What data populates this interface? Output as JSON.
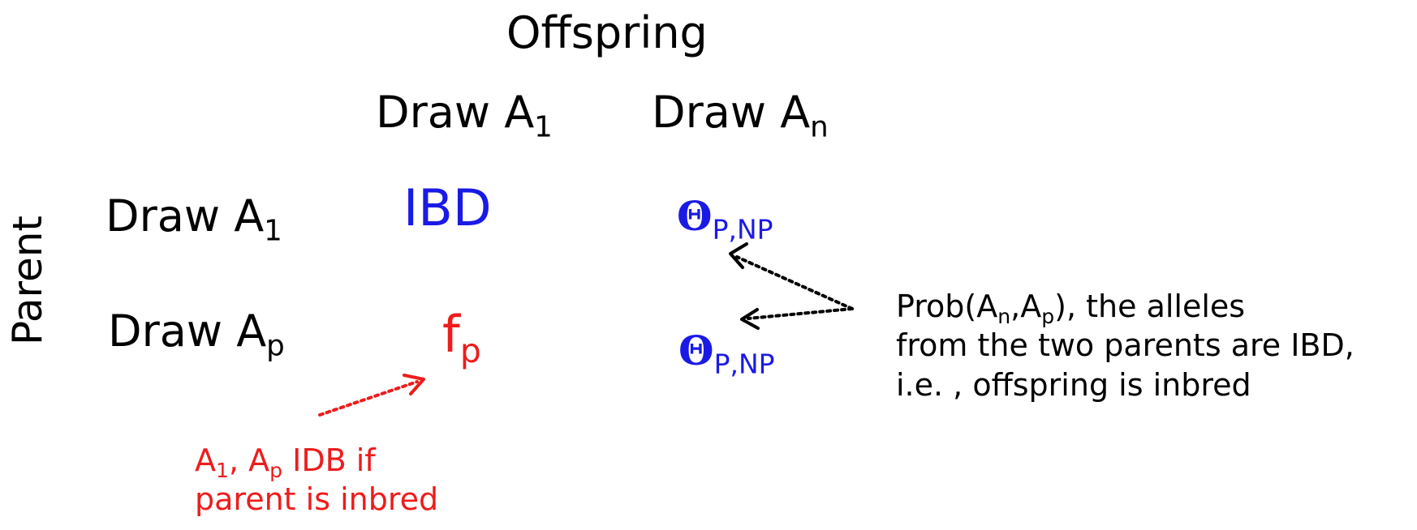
{
  "header": {
    "offspring": "Offspring"
  },
  "columns": {
    "col1": {
      "prefix": "Draw A",
      "sub": "1"
    },
    "col2": {
      "prefix": "Draw A",
      "sub": "n"
    }
  },
  "rows": {
    "axis_label": "Parent",
    "row1": {
      "prefix": "Draw A",
      "sub": "1"
    },
    "row2": {
      "prefix": "Draw A",
      "sub": "p"
    }
  },
  "cells": {
    "ibd": "IBD",
    "theta_symbol": "Θ",
    "theta_sub": "P,NP",
    "f_symbol": "f",
    "f_sub": "p"
  },
  "notes": {
    "right": {
      "line1_a": "Prob(A",
      "line1_sub1": "n",
      "line1_b": ",A",
      "line1_sub2": "p",
      "line1_c": "), the alleles",
      "line2": "from the two parents are IBD,",
      "line3": "i.e. , offspring is inbred"
    },
    "left": {
      "line1_a": "A",
      "line1_sub1": "1",
      "line1_b": ", A",
      "line1_sub2": "p",
      "line1_c": " IDB if",
      "line2": "parent is inbred"
    }
  },
  "colors": {
    "blue": "#1a1ae6",
    "red": "#ee1c1c",
    "black": "#000000"
  }
}
